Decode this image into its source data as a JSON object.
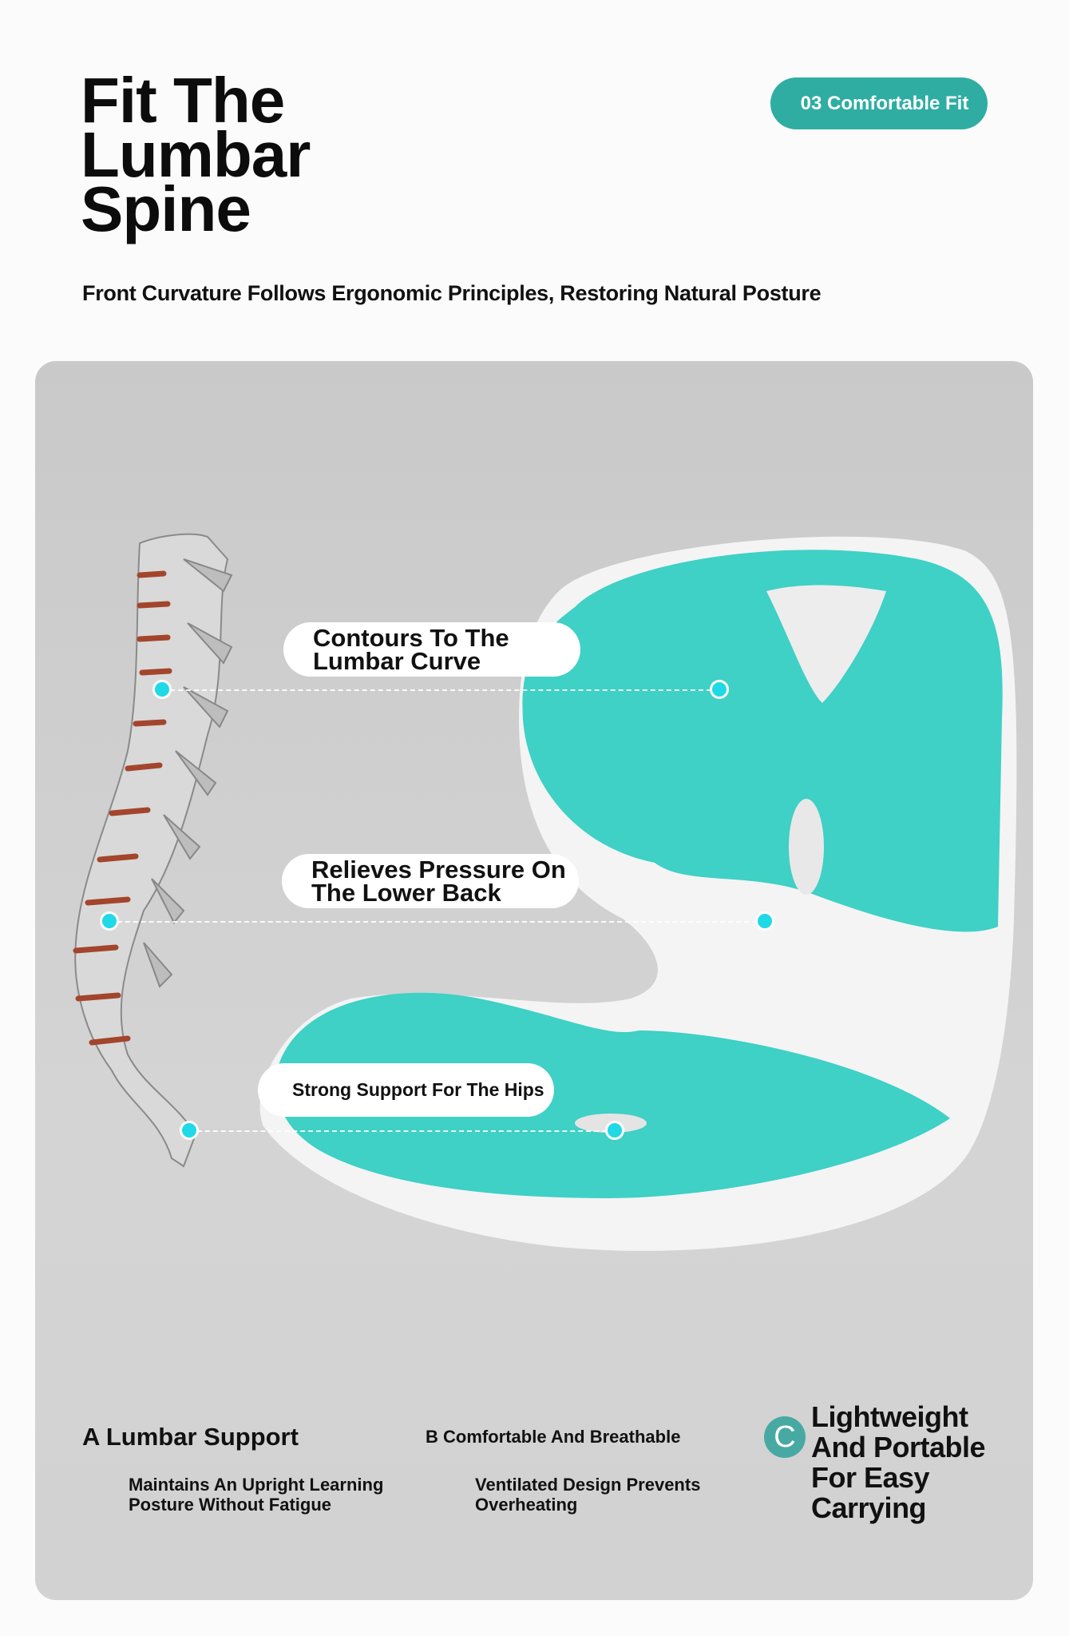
{
  "header": {
    "title_lines": [
      "Fit The",
      "Lumbar",
      "Spine"
    ],
    "badge": "03 Comfortable Fit",
    "subtitle": "Front Curvature Follows Ergonomic Principles, Restoring Natural Posture"
  },
  "callouts": [
    {
      "lines": [
        "Contours To The",
        "Lumbar Curve"
      ]
    },
    {
      "lines": [
        "Relieves Pressure On",
        "The Lower Back"
      ]
    },
    {
      "lines": [
        "Strong Support For The Hips"
      ]
    }
  ],
  "features": {
    "a": {
      "title": "A Lumbar Support",
      "desc": [
        "Maintains An Upright Learning",
        "Posture Without Fatigue"
      ]
    },
    "b": {
      "title": "B Comfortable And Breathable",
      "desc": [
        "Ventilated Design Prevents",
        "Overheating"
      ]
    },
    "c": {
      "letter": "C",
      "lines": [
        "Lightweight",
        "And Portable",
        "For Easy",
        "Carrying"
      ]
    }
  },
  "colors": {
    "accent": "#2fada3",
    "cushion": "#3fd0c6",
    "dot": "#1fd9e6",
    "panel": "#cfcfcf"
  }
}
